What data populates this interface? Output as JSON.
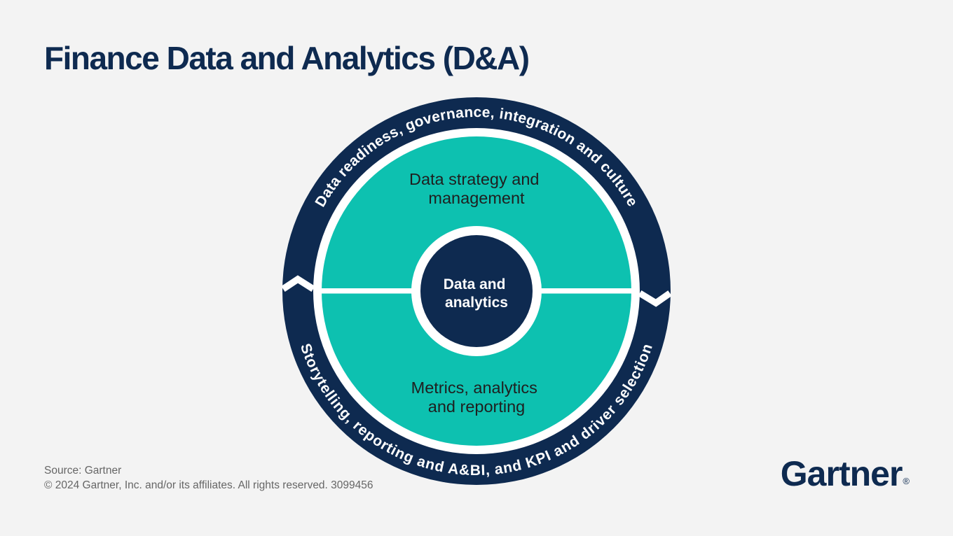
{
  "colors": {
    "background": "#f3f3f3",
    "navy": "#0e2a50",
    "teal": "#0dc1b0",
    "white": "#ffffff",
    "label_dark": "#1f1f1f",
    "footer_gray": "#666666"
  },
  "header": {
    "title": "Finance Data and Analytics (D&A)"
  },
  "wheel": {
    "outer_ring": {
      "top_arc_text": "Data readiness, governance, integration and culture",
      "bottom_arc_text": "Storytelling, reporting and A&BI, and KPI and driver selection"
    },
    "segments": {
      "top": {
        "lines": [
          "Data strategy and",
          "management"
        ]
      },
      "bottom": {
        "lines": [
          "Metrics, analytics",
          "and reporting"
        ]
      }
    },
    "center": {
      "lines": [
        "Data and",
        "analytics"
      ]
    }
  },
  "footer": {
    "source": "Source: Gartner",
    "copyright": "© 2024 Gartner, Inc. and/or its affiliates. All rights reserved. 3099456",
    "logo_text": "Gartner",
    "logo_mark": "®"
  }
}
